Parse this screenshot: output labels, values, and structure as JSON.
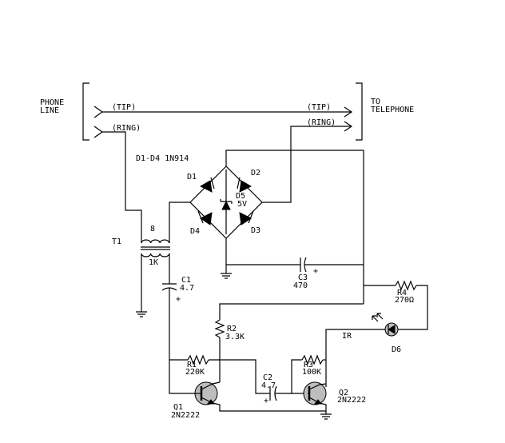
{
  "labels": {
    "phone_line_1": "PHONE",
    "phone_line_2": "LINE",
    "to_1": "TO",
    "to_2": "TELEPHONE",
    "tip_in": "(TIP)",
    "ring_in": "(RING)",
    "tip_out": "(TIP)",
    "ring_out": "(RING)",
    "diode_spec": "D1-D4 1N914",
    "d1": "D1",
    "d2": "D2",
    "d3": "D3",
    "d4": "D4",
    "d5": "D5",
    "d5_value": "5V",
    "t1": "T1",
    "t1_primary": "8",
    "t1_secondary": "1K",
    "c1": "C1",
    "c1_value": "4.7",
    "c1_plus": "+",
    "c3": "C3",
    "c3_value": "470",
    "c3_plus": "+",
    "r4": "R4",
    "r4_value": "270Ω",
    "r2": "R2",
    "r2_value": "3.3K",
    "ir": "IR",
    "d6": "D6",
    "r1": "R1",
    "r1_value": "220K",
    "r3": "R3",
    "r3_value": "100K",
    "c2": "C2",
    "c2_value": "4.7",
    "c2_plus": "+",
    "q1": "Q1",
    "q1_part": "2N2222",
    "q2": "Q2",
    "q2_part": "2N2222"
  }
}
